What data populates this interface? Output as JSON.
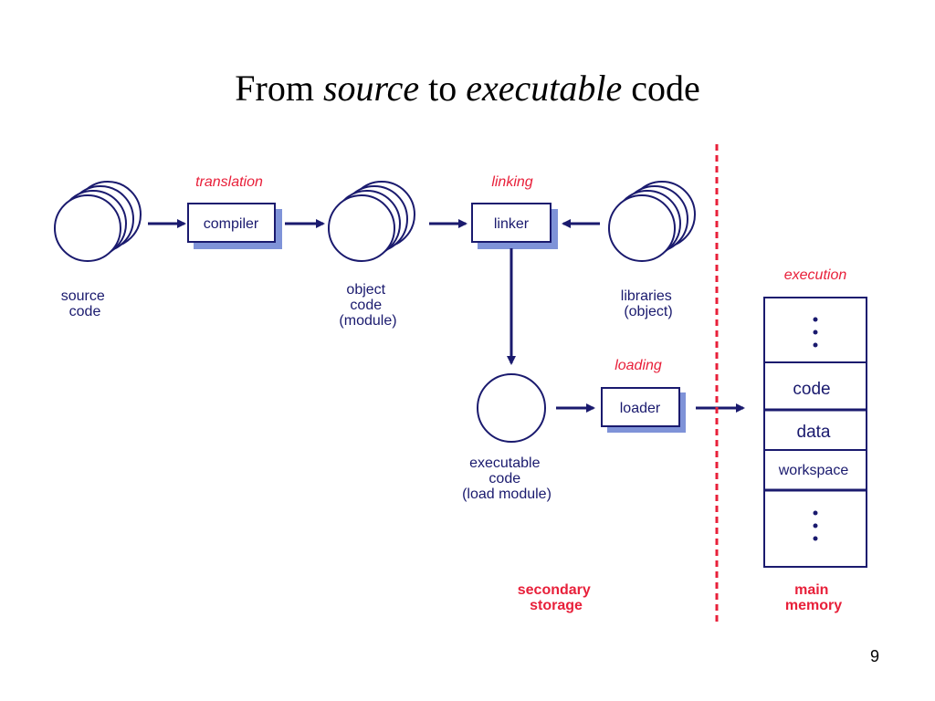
{
  "title": {
    "part1": "From ",
    "part2": "source",
    "part3": " to ",
    "part4": "executable",
    "part5": " code"
  },
  "stages": {
    "translation": "translation",
    "linking": "linking",
    "loading": "loading",
    "execution": "execution"
  },
  "boxes": {
    "compiler": "compiler",
    "linker": "linker",
    "loader": "loader"
  },
  "nodes": {
    "source_code": [
      "source",
      "code"
    ],
    "object_code": [
      "object",
      "code",
      "(module)"
    ],
    "libraries": [
      "libraries",
      "(object)"
    ],
    "executable_code": [
      "executable",
      "code",
      "(load  module)"
    ]
  },
  "memory": {
    "cells": [
      "code",
      "data",
      "workspace"
    ]
  },
  "storage": {
    "secondary": [
      "secondary",
      "storage"
    ],
    "main": [
      "main",
      "memory"
    ]
  },
  "colors": {
    "ink": "#1a1a6e",
    "accent": "#e8203a",
    "shadow": "#7f93d8"
  },
  "page_number": "9"
}
